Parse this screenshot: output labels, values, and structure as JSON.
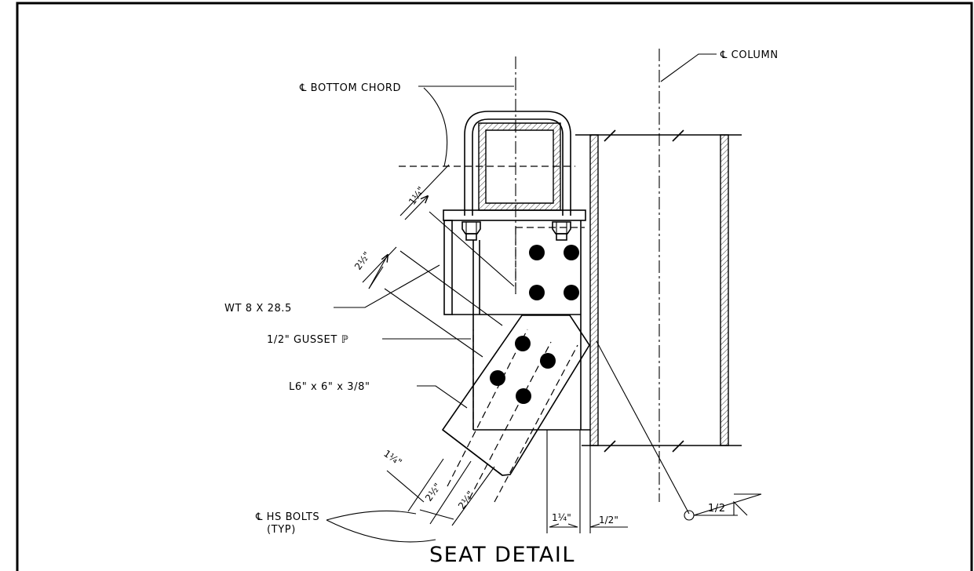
{
  "title": "SEAT DETAIL",
  "labels": {
    "cl_column": "℄ COLUMN",
    "cl_bottom_chord": "℄ BOTTOM CHORD",
    "wt": "WT 8 X 28.5",
    "gusset": "1/2\" GUSSET ℙ",
    "angle": "L6\" x 6\" x 3/8\"",
    "hs_bolts_line1": "℄ HS BOLTS",
    "hs_bolts_line2": "(TYP)",
    "weld": "1/2"
  },
  "dimensions": {
    "d1": "1¼\"",
    "d2": "2½\"",
    "d3": "1¼\"",
    "d4": "2½\"",
    "d5": "2¼\"",
    "d6": "1¼\"",
    "d7": "1/2\""
  }
}
